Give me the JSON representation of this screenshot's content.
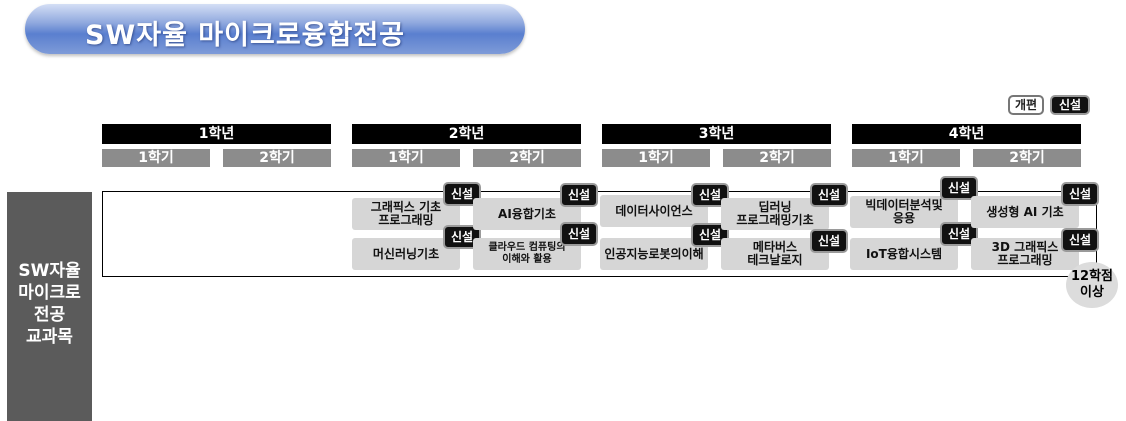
{
  "title": "SW자율 마이크로융합전공",
  "legend": {
    "reorganized": "개편",
    "new": "신설"
  },
  "years": [
    "1학년",
    "2학년",
    "3학년",
    "4학년"
  ],
  "semesters": [
    "1학기",
    "2학기",
    "1학기",
    "2학기",
    "1학기",
    "2학기",
    "1학기",
    "2학기"
  ],
  "side_label": [
    "SW자율",
    "마이크로",
    "전공",
    "교과목"
  ],
  "courses": [
    {
      "lines": [
        "그래픽스 기초",
        "프로그래밍"
      ],
      "badge": "신설"
    },
    {
      "lines": [
        "AI융합기초"
      ],
      "badge": "신설"
    },
    {
      "lines": [
        "머신러닝기초"
      ],
      "badge": "신설"
    },
    {
      "lines": [
        "클라우드 컴퓨팅의",
        "이해와 활용"
      ],
      "badge": "신설"
    },
    {
      "lines": [
        "데이터사이언스"
      ],
      "badge": "신설"
    },
    {
      "lines": [
        "딥러닝",
        "프로그래밍기초"
      ],
      "badge": "신설"
    },
    {
      "lines": [
        "인공지능로봇의이해"
      ],
      "badge": "신설"
    },
    {
      "lines": [
        "메타버스",
        "테크날로지"
      ],
      "badge": "신설"
    },
    {
      "lines": [
        "빅데이터분석및",
        "응용"
      ],
      "badge": "신설"
    },
    {
      "lines": [
        "생성형 AI 기초"
      ],
      "badge": "신설"
    },
    {
      "lines": [
        "IoT융합시스템"
      ],
      "badge": "신설"
    },
    {
      "lines": [
        "3D 그래픽스",
        "프로그래밍"
      ],
      "badge": "신설"
    }
  ],
  "credit_note": [
    "12학점",
    "이상"
  ]
}
